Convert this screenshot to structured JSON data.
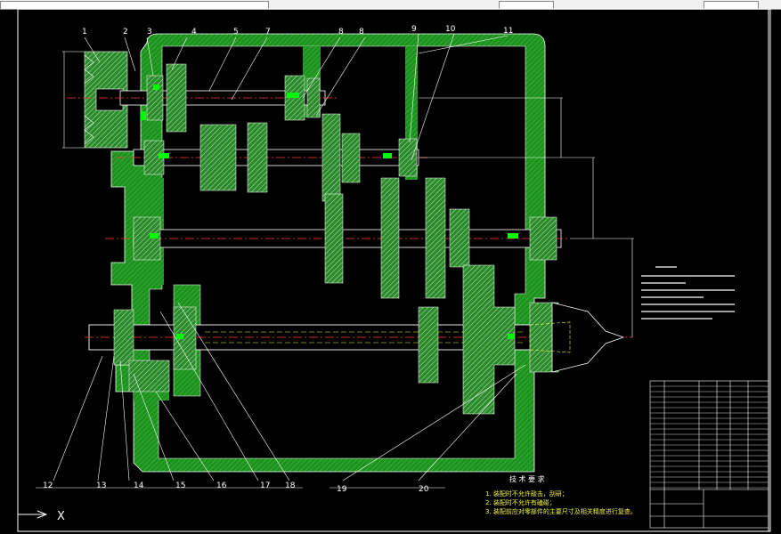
{
  "part_numbers": [
    "1",
    "2",
    "3",
    "4",
    "5",
    "7",
    "8",
    "8",
    "9",
    "10",
    "11",
    "12",
    "13",
    "14",
    "15",
    "16",
    "17",
    "18",
    "19",
    "20"
  ],
  "tech_requirements": {
    "title": "技 术 要 求",
    "items": [
      "1. 装配时不允许敲击，刮研；",
      "2. 装配时不允许有磕碰；",
      "3. 装配前应对零部件的主要尺寸及相关精度进行复查。"
    ]
  },
  "axis_marker": "X",
  "colors": {
    "background": "#000000",
    "housing": "#1f8f1f",
    "hatch": "#3ccf3c",
    "gear": "#b8e0b8",
    "lines": "#ffffff",
    "centerline": "#ff3b3b",
    "annotation": "#f3f34a",
    "bearing_mark": "#00ff00"
  }
}
